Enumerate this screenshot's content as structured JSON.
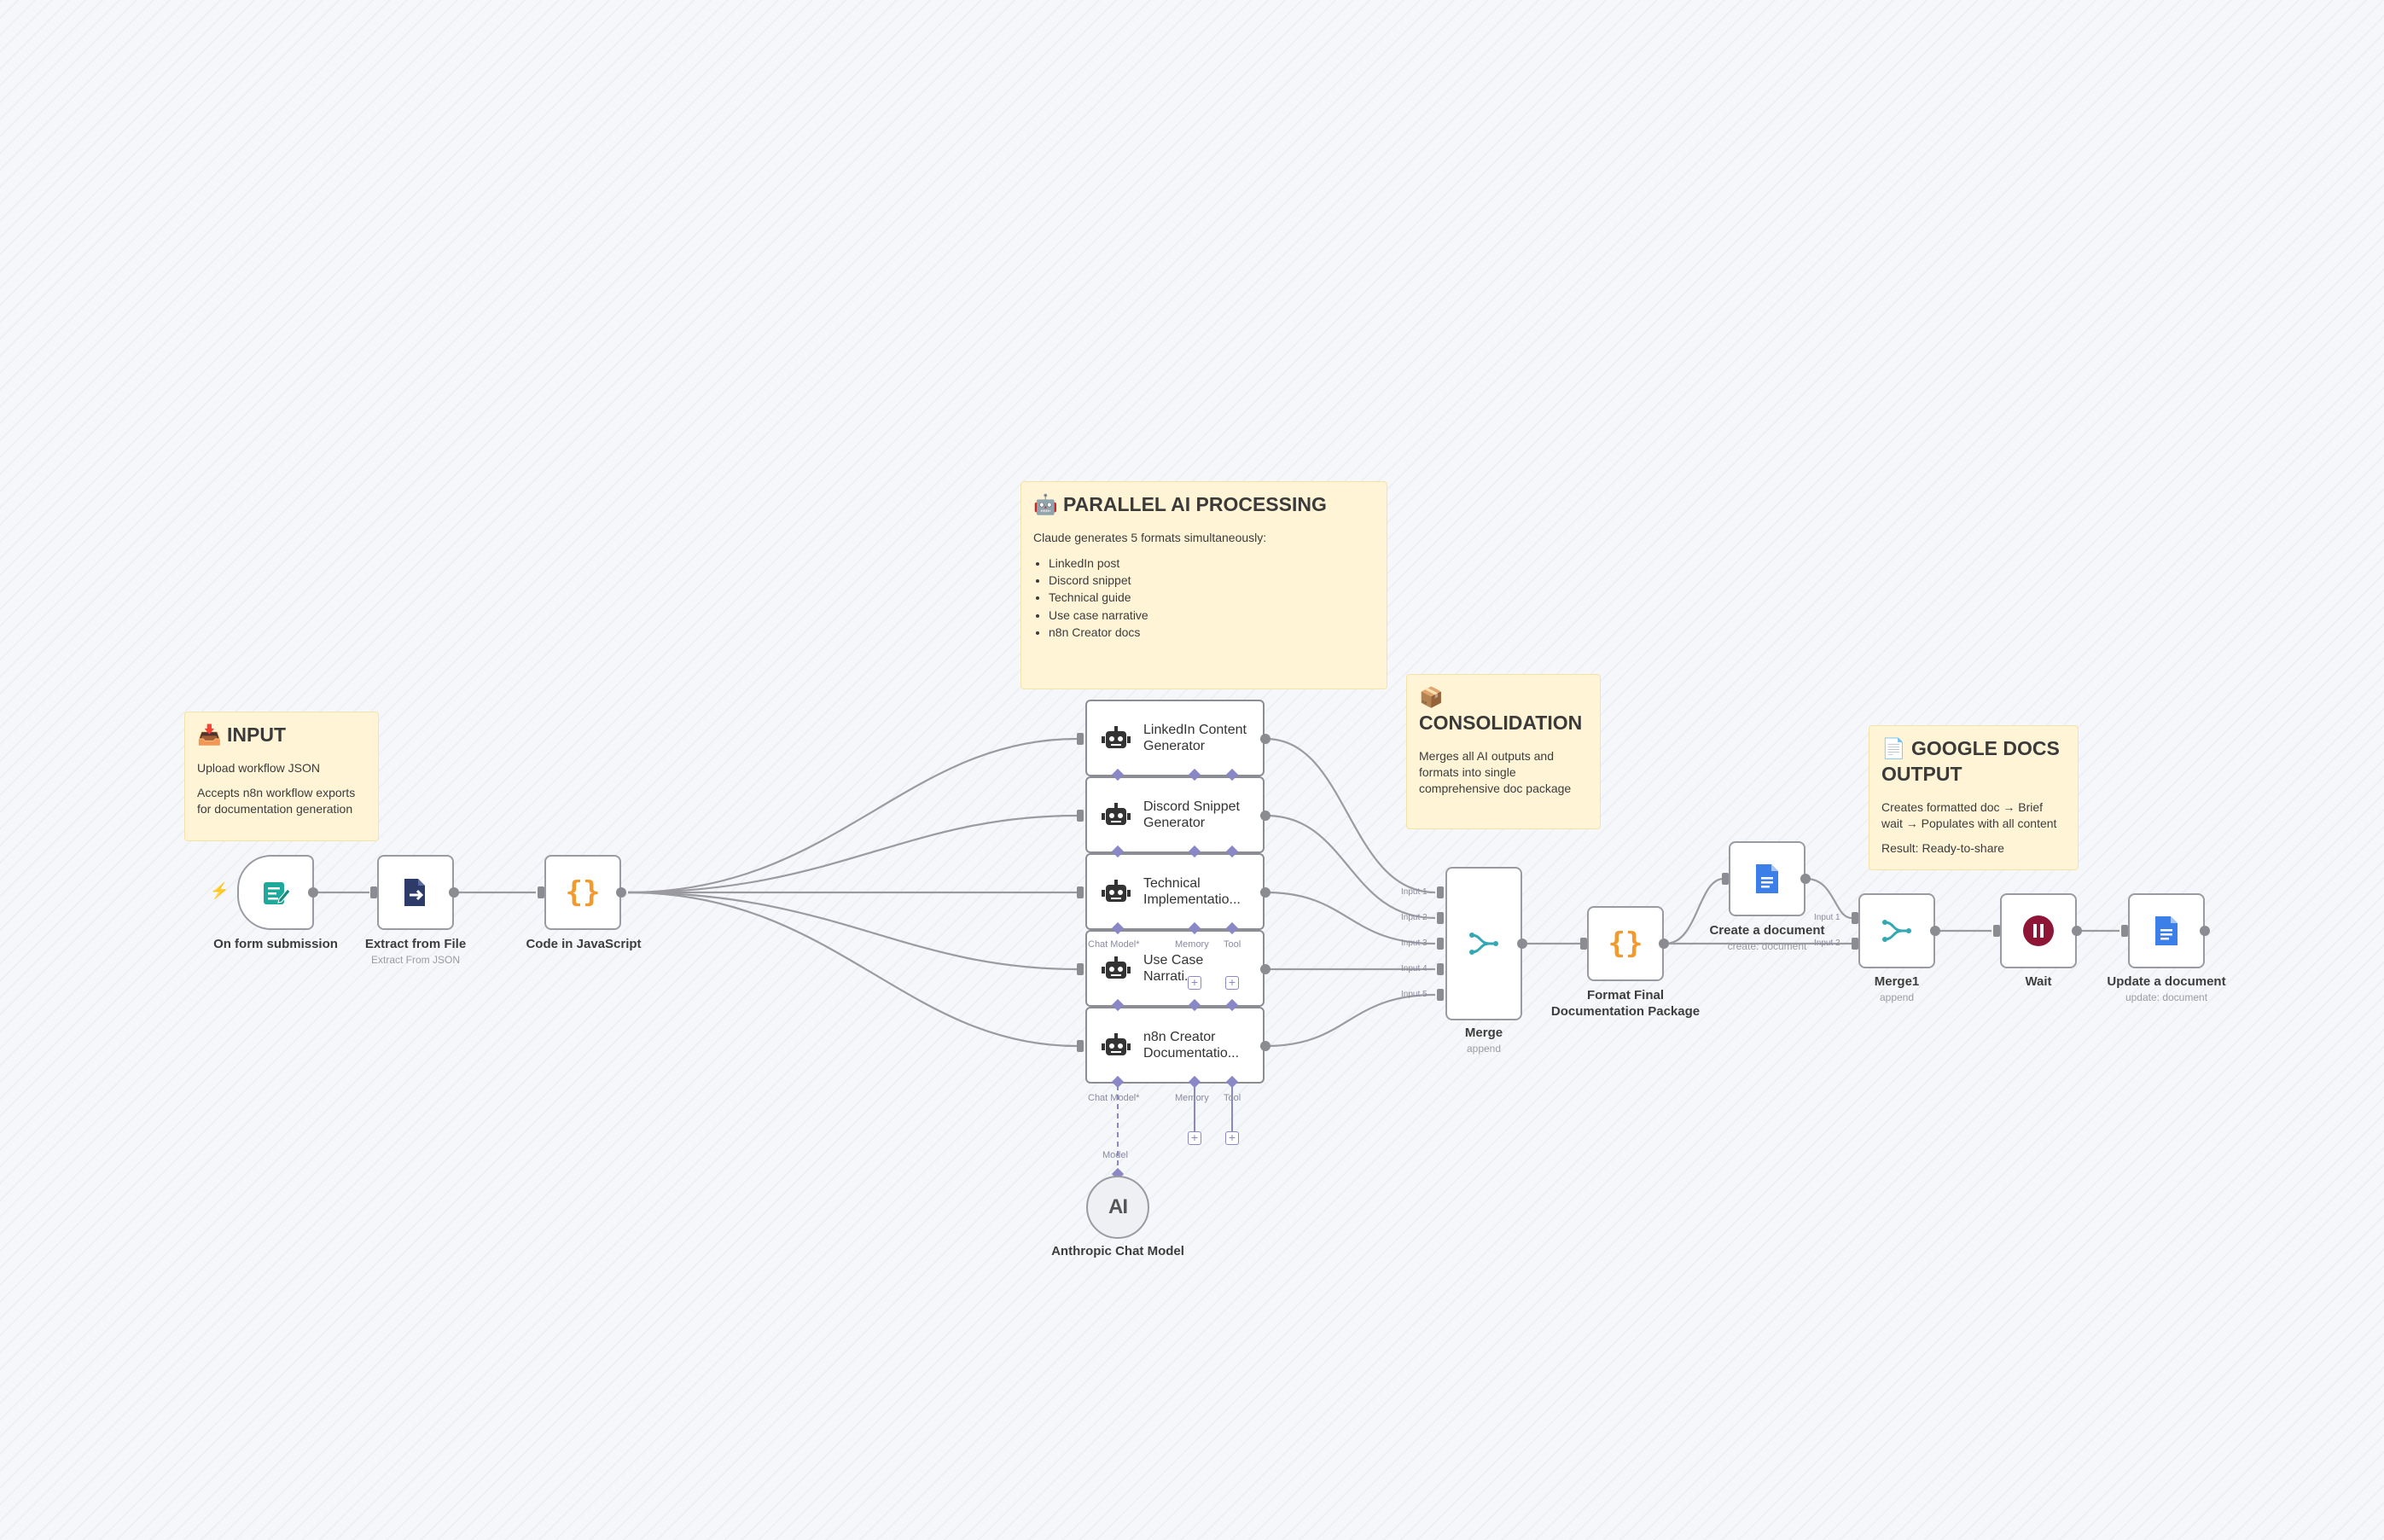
{
  "stickies": {
    "input": {
      "icon": "📥",
      "title": "INPUT",
      "line1": "Upload workflow JSON",
      "line2": "Accepts n8n workflow exports for documentation generation"
    },
    "parallel": {
      "icon": "🤖",
      "title": "PARALLEL AI PROCESSING",
      "intro": "Claude generates 5 formats simultaneously:",
      "items": [
        "LinkedIn post",
        "Discord snippet",
        "Technical guide",
        "Use case narrative",
        "n8n Creator docs"
      ]
    },
    "consolidation": {
      "icon": "📦",
      "title": "CONSOLIDATION",
      "text": "Merges all AI outputs and formats into single comprehensive doc package"
    },
    "gdocs": {
      "icon": "📄",
      "title": "GOOGLE DOCS OUTPUT",
      "text": "Creates formatted doc → Brief wait → Populates with all content",
      "result": "Result: Ready-to-share"
    }
  },
  "nodes": {
    "form_trigger": {
      "label": "On form submission",
      "icon": "form-icon"
    },
    "extract": {
      "label": "Extract from File",
      "sub": "Extract From JSON",
      "icon": "file-extract-icon"
    },
    "code": {
      "label": "Code in JavaScript",
      "icon": "code-braces-icon"
    },
    "agents": [
      {
        "label": "LinkedIn Content Generator"
      },
      {
        "label": "Discord Snippet Generator"
      },
      {
        "label": "Technical Implementatio..."
      },
      {
        "label": "Use Case Narrati..."
      },
      {
        "label": "n8n Creator Documentatio..."
      }
    ],
    "agent_ports": {
      "chat_model": "Chat Model*",
      "memory": "Memory",
      "tool": "Tool"
    },
    "merge": {
      "label": "Merge",
      "sub": "append",
      "inputs": [
        "Input 1",
        "Input 2",
        "Input 3",
        "Input 4",
        "Input 5"
      ]
    },
    "format": {
      "label": "Format Final Documentation Package"
    },
    "create_doc": {
      "label": "Create a document",
      "sub": "create: document"
    },
    "merge1": {
      "label": "Merge1",
      "sub": "append",
      "inputs": [
        "Input 1",
        "Input 2"
      ]
    },
    "wait": {
      "label": "Wait"
    },
    "update_doc": {
      "label": "Update a document",
      "sub": "update: document"
    },
    "anthropic": {
      "label": "Anthropic Chat Model",
      "port_label": "Model",
      "logo": "AI"
    }
  },
  "colors": {
    "accent_agent_port": "#8a87c7",
    "trigger_icon": "#1fa99a",
    "code_icon": "#f29a2e",
    "merge_icon": "#34a7b5",
    "wait_icon": "#8e1536",
    "gdocs_icon": "#3d7fe8",
    "trigger_bolt": "#e8574a"
  }
}
